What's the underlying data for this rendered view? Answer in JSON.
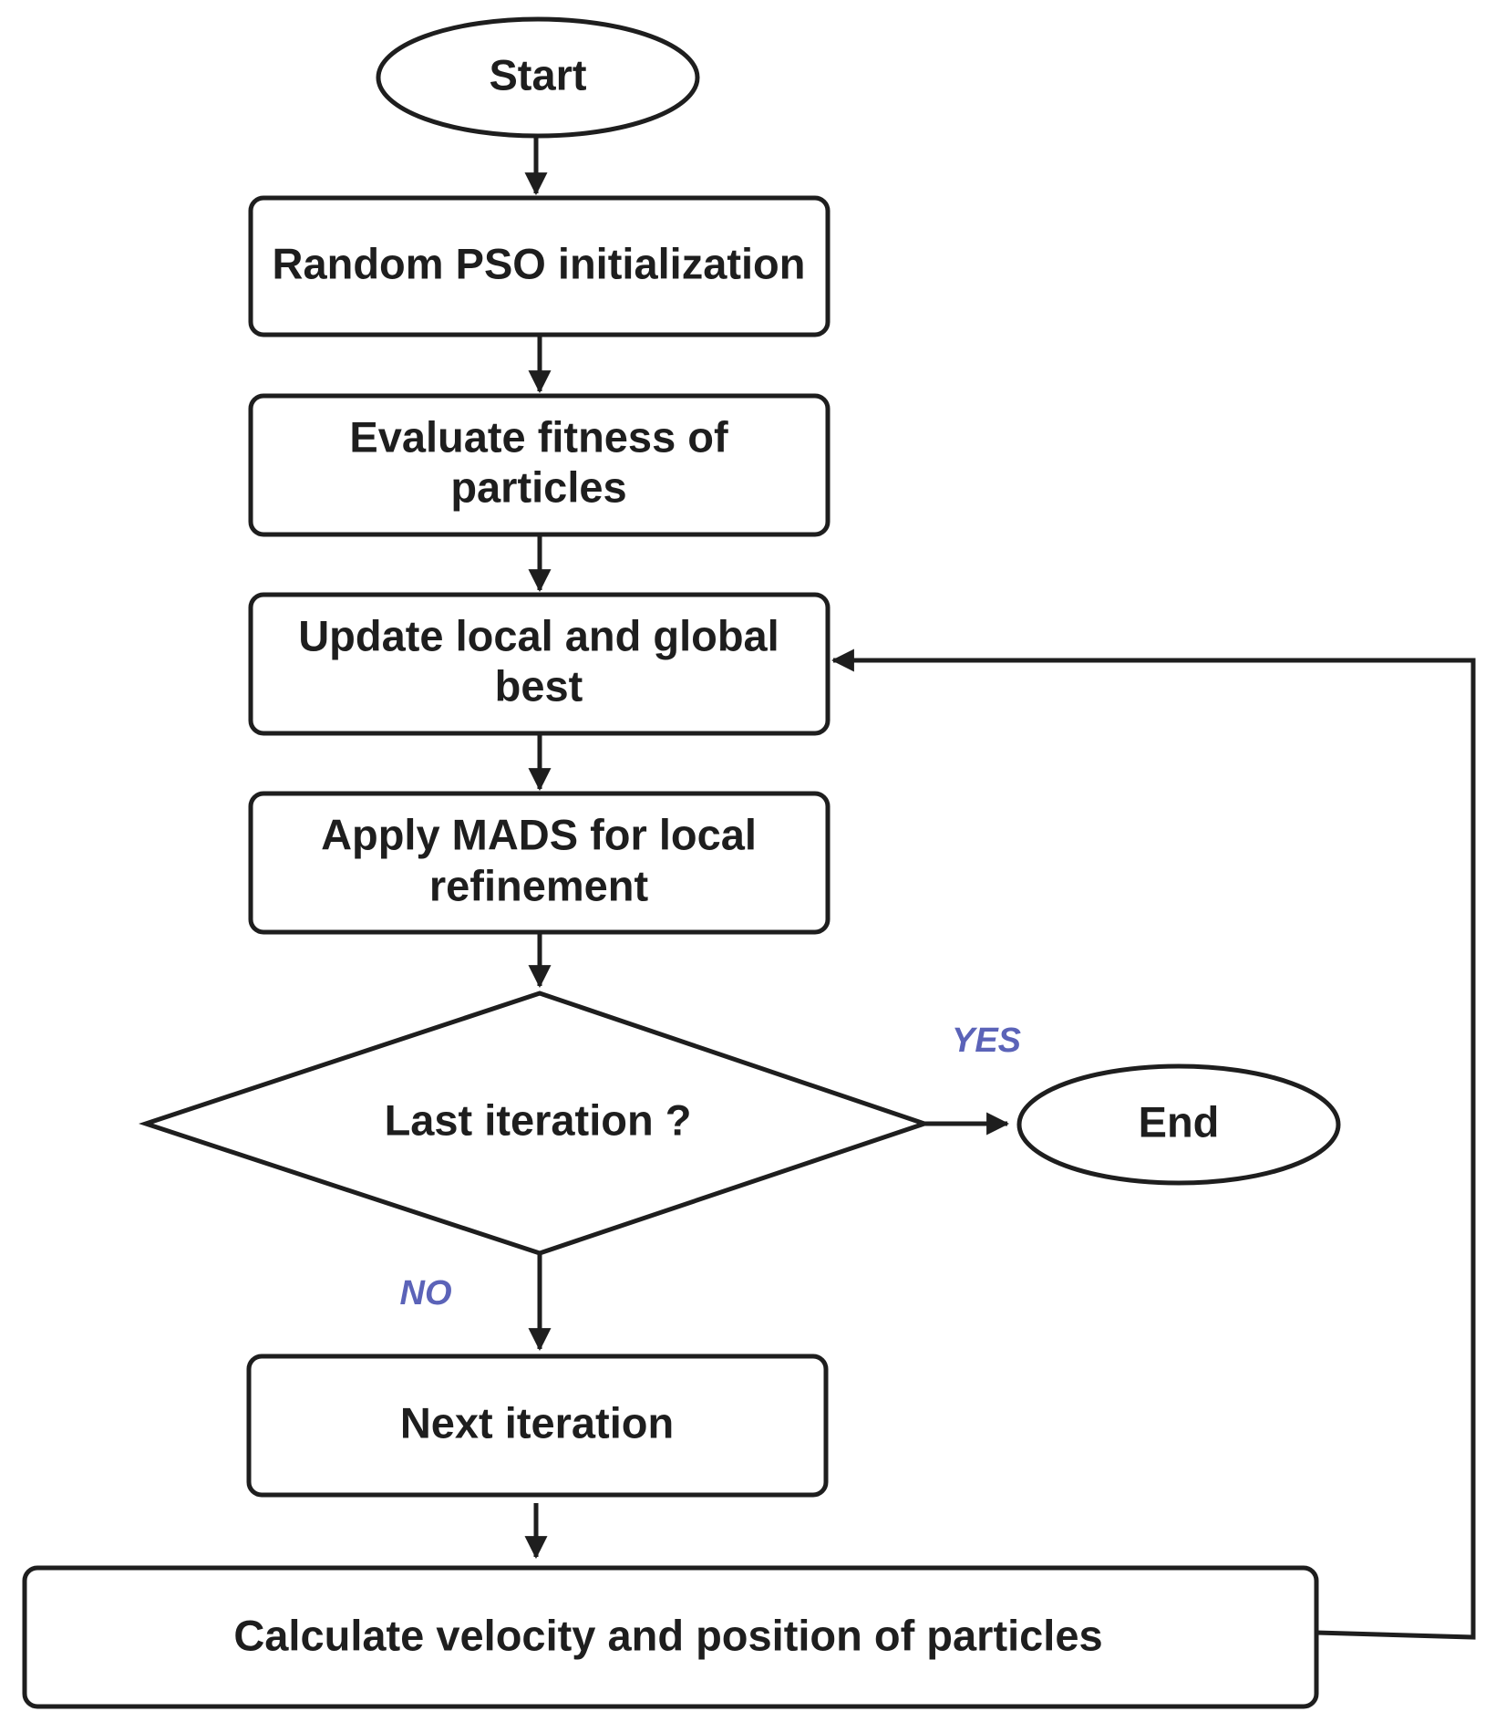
{
  "nodes": {
    "start": {
      "label": "Start"
    },
    "init": {
      "label": "Random PSO initialization"
    },
    "evaluate": {
      "lines": [
        "Evaluate fitness of",
        "particles"
      ]
    },
    "update": {
      "lines": [
        "Update local and global",
        "best"
      ]
    },
    "mads": {
      "lines": [
        "Apply MADS for local",
        "refinement"
      ]
    },
    "decision": {
      "label": "Last iteration ?"
    },
    "end": {
      "label": "End"
    },
    "next": {
      "label": "Next iteration"
    },
    "calculate": {
      "label": "Calculate velocity and position of particles"
    }
  },
  "branches": {
    "yes": "YES",
    "no": "NO"
  },
  "colors": {
    "stroke": "#1e1e1e",
    "branch_label": "#5b63b8"
  }
}
